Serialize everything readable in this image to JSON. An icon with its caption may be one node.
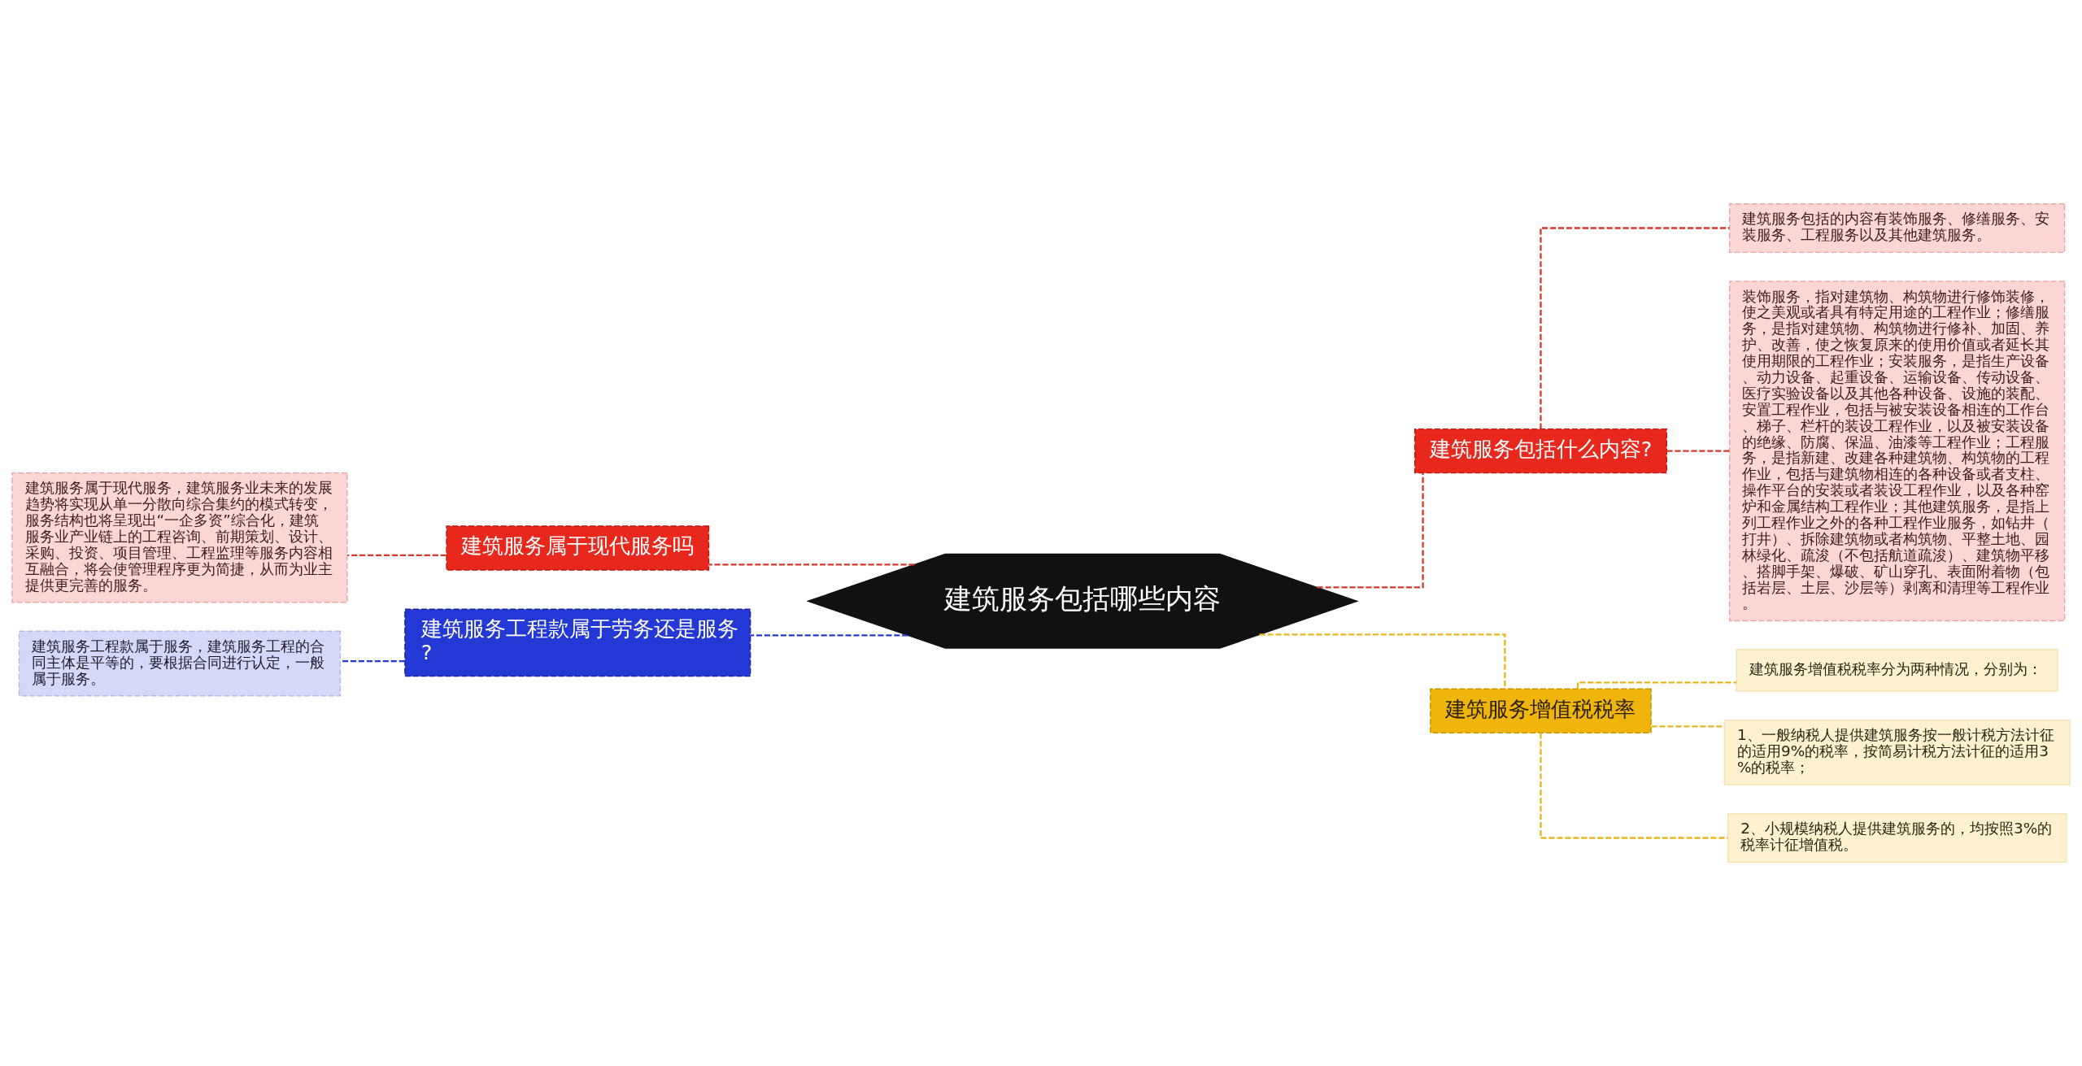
{
  "diagram": {
    "nodes": [
      {
        "text": [
          "建筑服务包括哪些内容"
        ]
      },
      {
        "text": [
          "建筑服务包括什么内容?"
        ]
      },
      {
        "text": [
          "建筑服务包括的内容有装饰服务、修缮服务、安装服务、工程服务以及其他建筑服务。"
        ]
      },
      {
        "text": [
          "装饰服务，指对建筑物、构筑物进行修饰装修，使之美观或者具有特定用途的工程作业；修缮服务，是指对建筑物、构筑物进行修补、加固、养护、改善，使之恢复原来的使用价值或者延长其使用期限的工程作业；安装服务，是指生产设备、动力设备、起重设备、运输设备、传动设备、医疗实验设备以及其他各种设备、设施的装配、安置工程作业，包括与被安装设备相连的工作台、梯子、栏杆的装设工程作业，以及被安装设备的绝缘、防腐、保温、油漆等工程作业；工程服务，是指新建、改建各种建筑物、构筑物的工程作业，包括与建筑物相连的各种设备或者支柱、操作平台的安装或者装设工程作业，以及各种窑炉和金属结构工程作业；其他建筑服务，是指上列工程作业之外的各种工程作业服务，如钻井（打井）、拆除建筑物或者构筑物、平整土地、园林绿化、疏浚（不包括航道疏浚）、建筑物平移、搭脚手架、爆破、矿山穿孔、表面附着物（包括岩层、土层、沙层等）剥离和清理等工程作业。"
        ]
      },
      {
        "text": [
          "建筑服务增值税税率"
        ]
      },
      {
        "text": [
          "建筑服务增值税税率分为两种情况，分别为："
        ]
      },
      {
        "text": [
          "1、一般纳税人提供建筑服务按一般计税方法计征的适用9%的税率，按简易计税方法计征的适用3%的税率；"
        ]
      },
      {
        "text": [
          "2、小规模纳税人提供建筑服务的，均按照3%的税率计征增值税。"
        ]
      },
      {
        "text": [
          "建筑服务属于现代服务吗"
        ]
      },
      {
        "text": [
          "建筑服务属于现代服务，建筑服务业未来的发展趋势将实现从单一分散向综合集约的模式转变，服务结构也将呈现出“一企多资”综合化，建筑服务业产业链上的工程咨询、前期策划、设计、采购、投资、项目管理、工程监理等服务内容相互融合，将会使管理程序更为简捷，从而为业主提供更完善的服务。"
        ]
      },
      {
        "text": [
          "建筑服务工程款属于劳务还是服务?"
        ]
      },
      {
        "text": [
          "建筑服务工程款属于服务，建筑服务工程的合同主体是平等的，要根据合同进行认定，一般属于服务。"
        ]
      }
    ],
    "edges": [
      {
        "from": 0,
        "to": 1,
        "arrow": "none",
        "style": "dashed"
      },
      {
        "from": 1,
        "to": 2,
        "arrow": "none",
        "style": "dashed"
      },
      {
        "from": 1,
        "to": 3,
        "arrow": "none",
        "style": "dashed"
      },
      {
        "from": 0,
        "to": 4,
        "arrow": "none",
        "style": "dashed",
        "color": "#e8b61c"
      },
      {
        "from": 4,
        "to": 5,
        "arrow": "none",
        "style": "dashed",
        "color": "#e8b61c"
      },
      {
        "from": 4,
        "to": 6,
        "arrow": "none",
        "style": "dashed",
        "color": "#e8b61c"
      },
      {
        "from": 4,
        "to": 7,
        "arrow": "none",
        "style": "dashed",
        "color": "#e8b61c"
      },
      {
        "from": 0,
        "to": 8,
        "arrow": "none",
        "style": "dashed"
      },
      {
        "from": 8,
        "to": 9,
        "arrow": "none",
        "style": "dashed"
      },
      {
        "from": 0,
        "to": 10,
        "arrow": "none",
        "style": "dashed",
        "color": "#2438d0"
      },
      {
        "from": 10,
        "to": 11,
        "arrow": "none",
        "style": "dashed",
        "color": "#2438d0"
      }
    ]
  }
}
